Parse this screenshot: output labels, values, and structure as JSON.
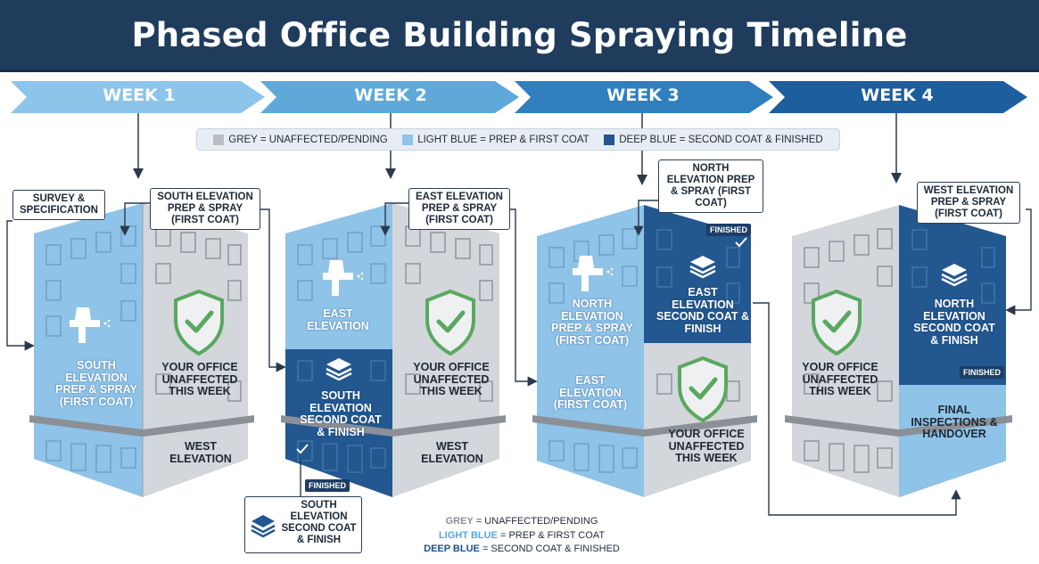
{
  "title": "Phased Office Building Spraying Timeline",
  "colors": {
    "header": "#1f3c5d",
    "grey": "#c9ccd1",
    "light_blue": "#8fc1e6",
    "deep_blue": "#23578f",
    "shield": "#5aa85f"
  },
  "weeks": [
    {
      "label": "WEEK 1"
    },
    {
      "label": "WEEK 2"
    },
    {
      "label": "WEEK 3"
    },
    {
      "label": "WEEK 4"
    }
  ],
  "legend_top": {
    "grey": "GREY = UNAFFECTED/PENDING",
    "light": "LIGHT BLUE = PREP & FIRST COAT",
    "deep": "DEEP BLUE = SECOND COAT & FINISHED"
  },
  "week1": {
    "callout_survey": "SURVEY & SPECIFICATION",
    "callout_south": "SOUTH ELEVATION PREP & SPRAY (FIRST COAT)",
    "south_text": "SOUTH ELEVATION PREP & SPRAY (FIRST COAT)",
    "office_text": "YOUR OFFICE UNAFFECTED THIS WEEK",
    "west_text": "WEST ELEVATION"
  },
  "week2": {
    "callout_east": "EAST ELEVATION PREP & SPRAY (FIRST COAT)",
    "east_text": "EAST ELEVATION",
    "south_text": "SOUTH ELEVATION SECOND COAT & FINISH",
    "office_text": "YOUR OFFICE UNAFFECTED THIS WEEK",
    "west_text": "WEST ELEVATION",
    "finished_badge": "FINISHED",
    "bottom_callout": "SOUTH ELEVATION SECOND COAT & FINISH"
  },
  "week3": {
    "callout_north": "NORTH ELEVATION PREP & SPRAY (FIRST COAT)",
    "finished_badge": "FINISHED",
    "north_text": "NORTH ELEVATION PREP & SPRAY (FIRST COAT)",
    "east_finish_text": "EAST ELEVATION SECOND COAT & FINISH",
    "east_text": "EAST ELEVATION (FIRST COAT)",
    "office_text": "YOUR OFFICE UNAFFECTED THIS WEEK"
  },
  "week4": {
    "callout_west": "WEST ELEVATION PREP & SPRAY (FIRST COAT)",
    "north_text": "NORTH ELEVATION SECOND COAT & FINISH",
    "finished_badge": "FINISHED",
    "office_text": "YOUR OFFICE UNAFFECTED THIS WEEK",
    "final_text": "FINAL INSPECTIONS & HANDOVER"
  },
  "legend_bottom": {
    "grey_key": "GREY",
    "grey_val": " = UNAFFECTED/PENDING",
    "light_key": "LIGHT BLUE",
    "light_val": " = PREP & FIRST COAT",
    "deep_key": "DEEP BLUE",
    "deep_val": " = SECOND COAT & FINISHED"
  }
}
